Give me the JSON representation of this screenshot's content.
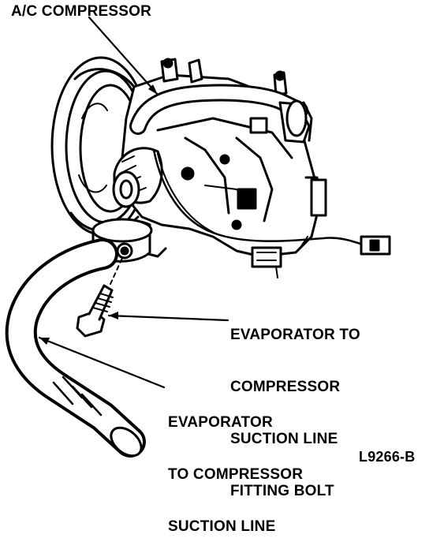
{
  "labels": {
    "compressor": "A/C COMPRESSOR",
    "bolt": [
      "EVAPORATOR TO",
      "COMPRESSOR",
      "SUCTION LINE",
      "FITTING BOLT"
    ],
    "line": [
      "EVAPORATOR",
      "TO COMPRESSOR",
      "SUCTION LINE"
    ],
    "figure_code": "L9266-B"
  }
}
